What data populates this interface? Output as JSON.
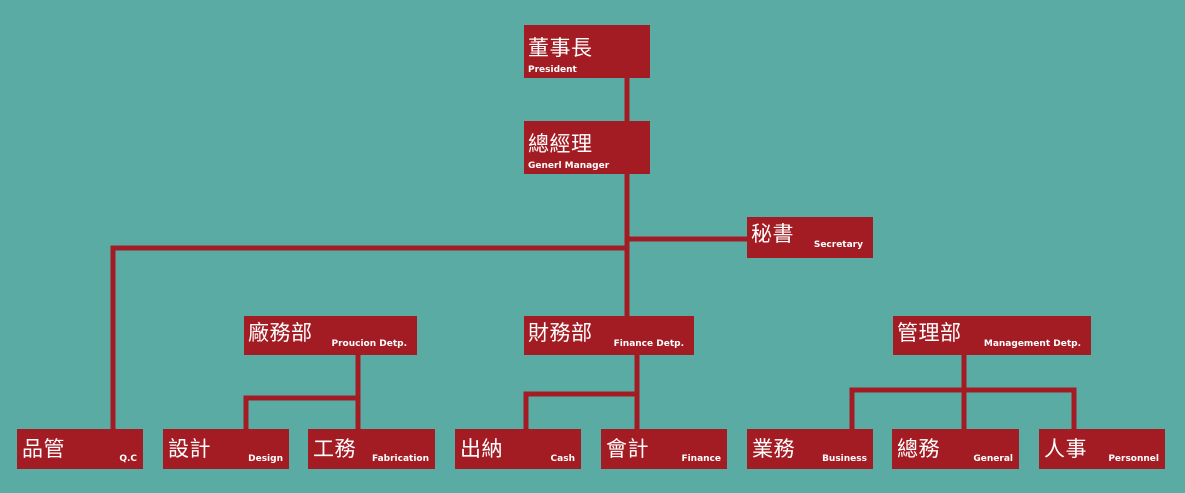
{
  "colors": {
    "background": "#5aaba4",
    "node_fill": "#a31c23",
    "connector": "#a31c23",
    "text": "#ffffff"
  },
  "nodes": {
    "president": {
      "zh": "董事長",
      "en": "President"
    },
    "general_manager": {
      "zh": "總經理",
      "en": "Generl Manager"
    },
    "secretary": {
      "zh": "秘書",
      "en": "Secretary"
    },
    "production_dept": {
      "zh": "廠務部",
      "en": "Proucion Detp."
    },
    "finance_dept": {
      "zh": "財務部",
      "en": "Finance Detp."
    },
    "management_dept": {
      "zh": "管理部",
      "en": "Management Detp."
    },
    "qc": {
      "zh": "品管",
      "en": "Q.C"
    },
    "design": {
      "zh": "設計",
      "en": "Design"
    },
    "fabrication": {
      "zh": "工務",
      "en": "Fabrication"
    },
    "cash": {
      "zh": "出納",
      "en": "Cash"
    },
    "finance": {
      "zh": "會計",
      "en": "Finance"
    },
    "business": {
      "zh": "業務",
      "en": "Business"
    },
    "general": {
      "zh": "總務",
      "en": "General"
    },
    "personnel": {
      "zh": "人事",
      "en": "Personnel"
    }
  }
}
